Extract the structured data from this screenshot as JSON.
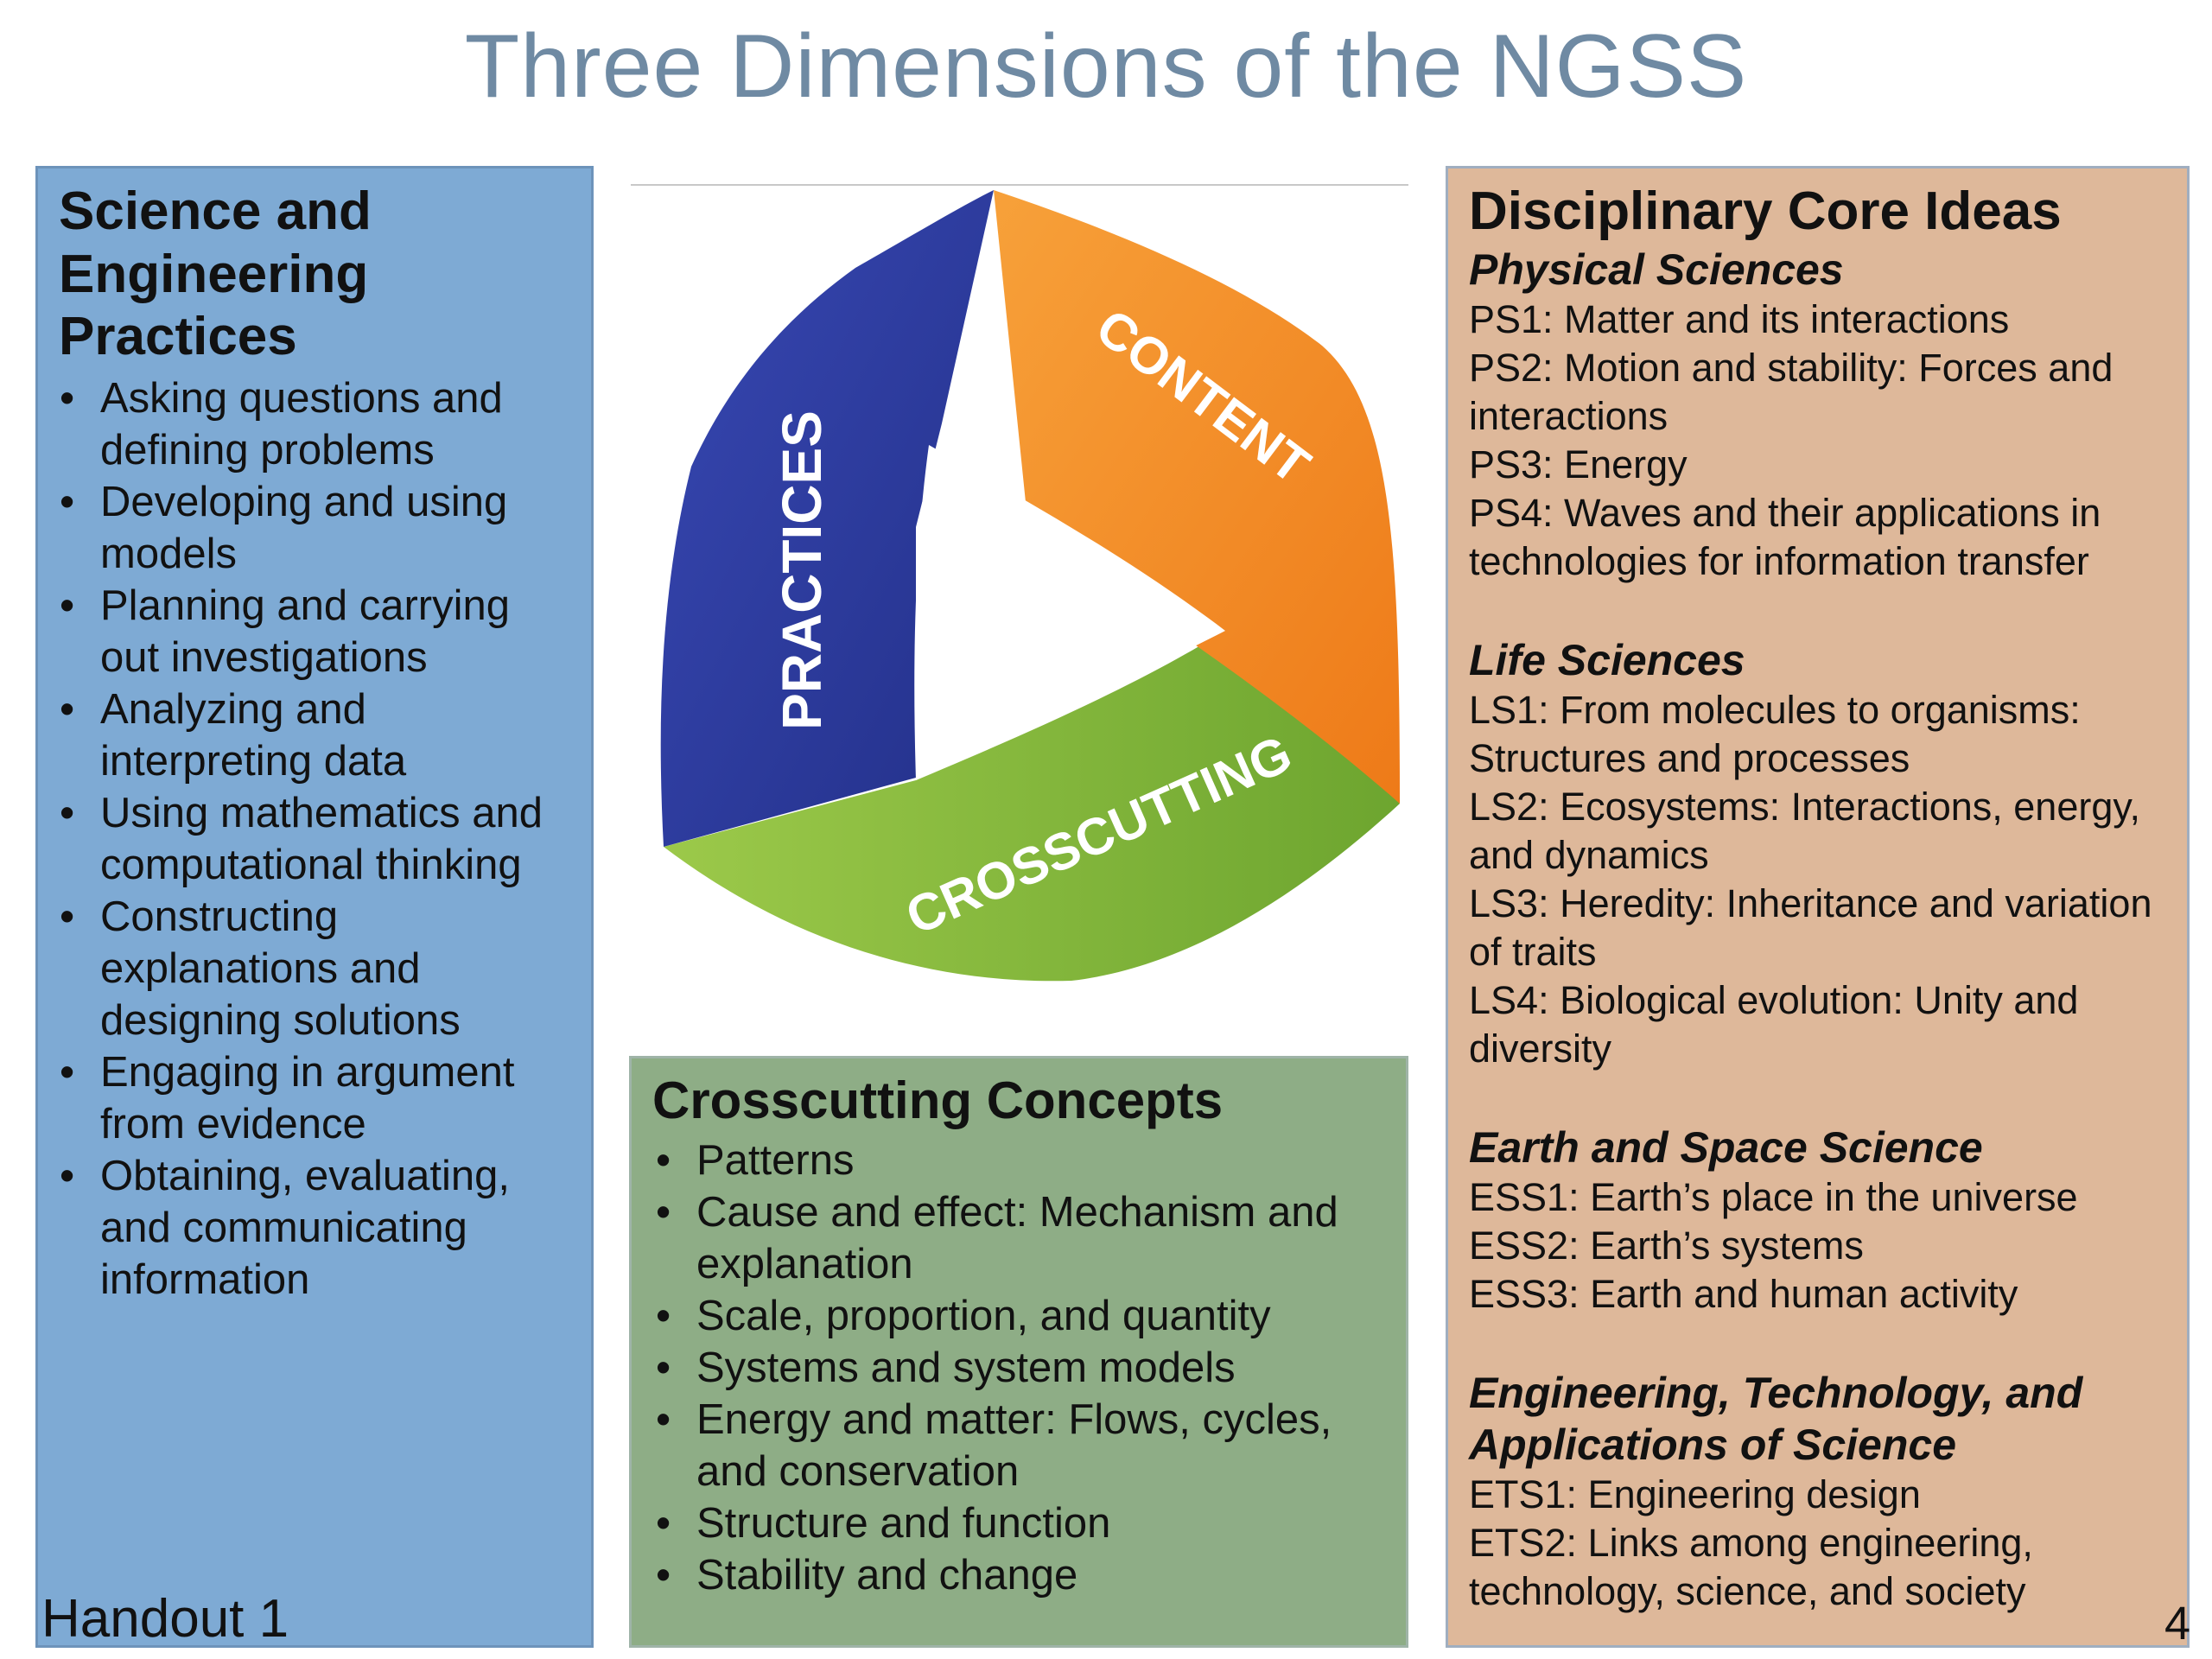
{
  "title": "Three Dimensions of the NGSS",
  "practices_panel": {
    "heading": "Science and Engineering Practices",
    "items": [
      "Asking questions and defining problems",
      "Developing and using models",
      "Planning and carrying out investigations",
      "Analyzing and interpreting data",
      "Using mathematics and computational thinking",
      "Constructing explanations and designing solutions",
      "Engaging in argument from evidence",
      "Obtaining, evaluating, and communicating information"
    ]
  },
  "crosscutting_panel": {
    "heading": "Crosscutting Concepts",
    "items": [
      "Patterns",
      "Cause and effect: Mechanism and explanation",
      "Scale, proportion, and quantity",
      "Systems and system models",
      "Energy and matter: Flows, cycles, and conservation",
      "Structure and function",
      "Stability and change"
    ]
  },
  "dci_panel": {
    "heading": "Disciplinary Core Ideas",
    "sections": [
      {
        "title": "Physical Sciences",
        "items": [
          "PS1: Matter and its interactions",
          "PS2: Motion and stability: Forces and interactions",
          "PS3: Energy",
          "PS4: Waves and their applications in technologies for information transfer"
        ]
      },
      {
        "title": "Life Sciences",
        "items": [
          "LS1: From molecules to organisms: Structures and processes",
          "LS2: Ecosystems: Interactions, energy, and dynamics",
          "LS3: Heredity: Inheritance and variation of traits",
          "LS4: Biological evolution: Unity and diversity"
        ]
      },
      {
        "title": "Earth and Space Science",
        "items": [
          "ESS1: Earth’s place in the universe",
          "ESS2: Earth’s systems",
          "ESS3: Earth and human activity"
        ]
      },
      {
        "title": "Engineering, Technology, and Applications of Science",
        "items": [
          "ETS1: Engineering design",
          "ETS2: Links among engineering, technology, science, and society"
        ]
      }
    ]
  },
  "graphic": {
    "labels": {
      "practices": "PRACTICES",
      "content": "CONTENT",
      "crosscutting": "CROSSCUTTING"
    },
    "colors": {
      "practices": "#2f3fa0",
      "content": "#f28a1f",
      "crosscutting": "#7fb33a"
    }
  },
  "footer": {
    "handout": "Handout 1",
    "page_number": "4"
  }
}
